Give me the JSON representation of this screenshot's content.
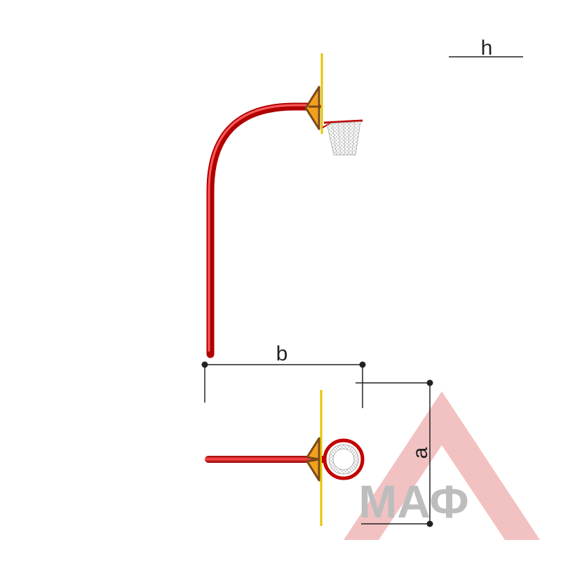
{
  "dimensions": {
    "h_label": "h",
    "b_label": "b",
    "a_label": "a"
  },
  "watermark": {
    "text": "МАФ"
  },
  "colors": {
    "pipe": "#d01010",
    "pipe_highlight": "#ff5a5a",
    "backboard": "#e6c400",
    "bracket": "#f2a11f",
    "bracket_dark": "#7a4a18",
    "dimension_line": "#222222",
    "logo_triangle": "#f2c2c2",
    "logo_text": "#bdbdbd"
  }
}
